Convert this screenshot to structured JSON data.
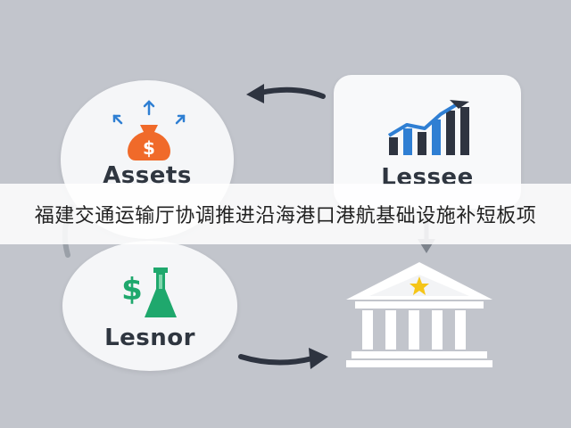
{
  "diagram": {
    "nodes": {
      "assets": {
        "label": "Assets",
        "icon": "money-bag-icon"
      },
      "lessee": {
        "label": "Lessee",
        "icon": "bar-chart-icon"
      },
      "lesnor": {
        "label": "Lesnor",
        "icon": "dollar-flask-icon"
      },
      "bank": {
        "icon": "bank-building-icon"
      }
    },
    "banner_text": "福建交通运输厅协调推进沿海港口港航基础设施补短板项",
    "colors": {
      "orange": "#f06a2a",
      "blue": "#2f7fd3",
      "navy": "#2e3440",
      "green": "#1fa86d",
      "gold": "#f5c518",
      "arrow": "#2e3440"
    }
  }
}
